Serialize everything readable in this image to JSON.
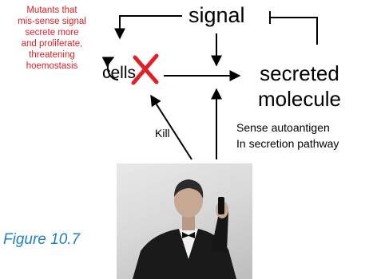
{
  "labels": {
    "signal": "signal",
    "cells": "cells",
    "secreted_line1": "secreted",
    "secreted_line2": "molecule",
    "kill": "Kill",
    "sense_line1": "Sense autoantigen",
    "sense_line2": "In secretion pathway"
  },
  "mutant_note": {
    "lines": [
      "Mutants that",
      "mis-sense signal",
      "secrete more",
      "and proliferate,",
      "threatening",
      "hoemostasis"
    ]
  },
  "caption": "Figure 10.7",
  "colors": {
    "arrow": "#000000",
    "cross": "#e01f26",
    "note": "#e01f26",
    "caption": "#1d80c4"
  }
}
